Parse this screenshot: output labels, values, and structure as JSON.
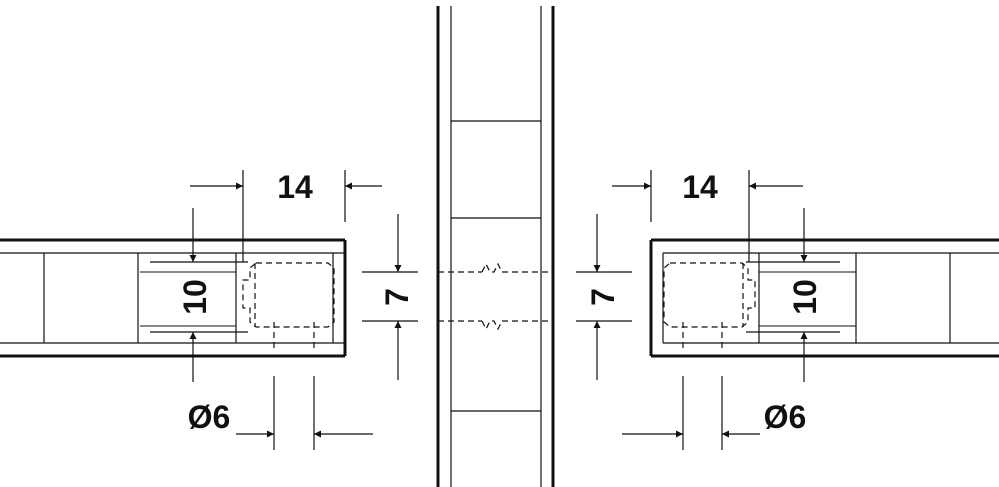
{
  "diagram": {
    "line_color": "#111111",
    "background": "#ffffff",
    "left": {
      "width_label": "14",
      "height_label": "10",
      "diameter_label": "Ø6"
    },
    "center_left": {
      "gap_label": "7"
    },
    "center_right": {
      "gap_label": "7"
    },
    "right": {
      "width_label": "14",
      "height_label": "10",
      "diameter_label": "Ø6"
    }
  }
}
